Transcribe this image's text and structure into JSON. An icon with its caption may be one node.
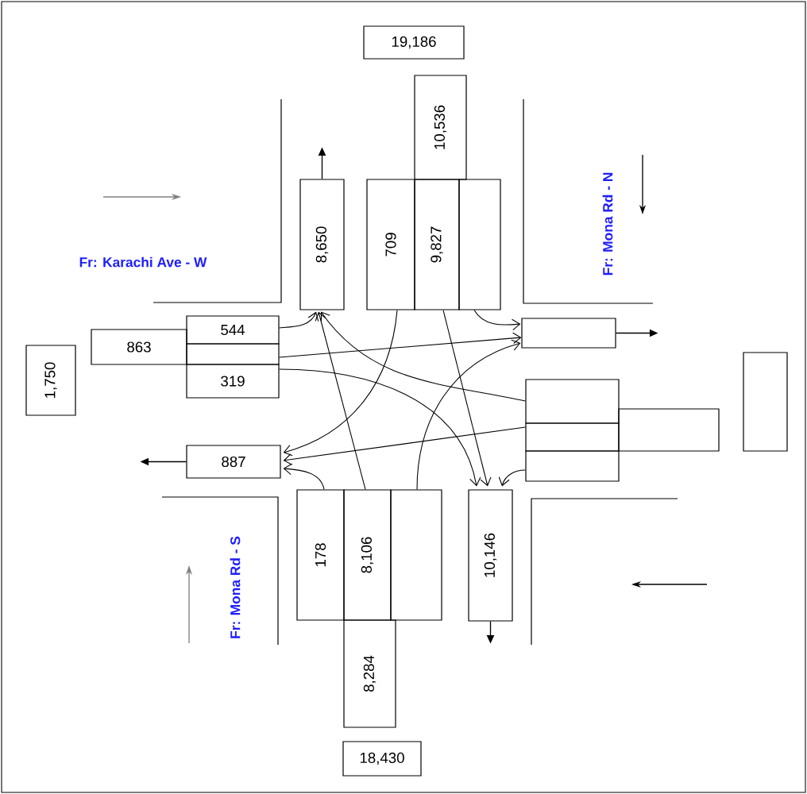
{
  "diagram": {
    "nodes": [
      {
        "text": [
          "19,186"
        ]
      },
      {
        "text": [
          "10,536"
        ]
      },
      {
        "text": [
          "8,650"
        ]
      },
      {
        "text": [
          "709"
        ]
      },
      {
        "text": [
          "9,827"
        ]
      },
      {
        "text": [],
        "shape": "box"
      },
      {
        "text": [
          "544"
        ]
      },
      {
        "text": [
          "863"
        ]
      },
      {
        "text": [],
        "shape": "box"
      },
      {
        "text": [],
        "shape": "box"
      },
      {
        "text": [
          "1,750"
        ]
      },
      {
        "text": [
          "319"
        ]
      },
      {
        "text": [],
        "shape": "box"
      },
      {
        "text": [],
        "shape": "box"
      },
      {
        "text": [],
        "shape": "box"
      },
      {
        "text": [],
        "shape": "box"
      },
      {
        "text": [],
        "shape": "box"
      },
      {
        "text": [
          "887"
        ]
      },
      {
        "text": [
          "178"
        ]
      },
      {
        "text": [
          "8,106"
        ]
      },
      {
        "text": [],
        "shape": "box"
      },
      {
        "text": [
          "10,146"
        ]
      },
      {
        "text": [
          "8,284"
        ]
      },
      {
        "text": [
          "18,430"
        ]
      }
    ],
    "edges": [
      {
        "from": 6,
        "to": 2,
        "arrow": "to"
      },
      {
        "from": 8,
        "to": 9,
        "arrow": "to"
      },
      {
        "from": 11,
        "to": 21,
        "arrow": "to"
      },
      {
        "from": 3,
        "to": 17,
        "arrow": "to"
      },
      {
        "from": 4,
        "to": 21,
        "arrow": "to"
      },
      {
        "from": 5,
        "to": 9,
        "arrow": "to"
      },
      {
        "from": 12,
        "to": 2,
        "arrow": "to"
      },
      {
        "from": 15,
        "to": 17,
        "arrow": "to"
      },
      {
        "from": 16,
        "to": 21,
        "arrow": "to"
      },
      {
        "from": 18,
        "to": 17,
        "arrow": "to"
      },
      {
        "from": 19,
        "to": 2,
        "arrow": "to"
      },
      {
        "from": 20,
        "to": 9,
        "arrow": "to"
      },
      {
        "from": 2,
        "to": null,
        "arrow": "to"
      },
      {
        "from": 9,
        "to": null,
        "arrow": "to"
      },
      {
        "from": 17,
        "to": null,
        "arrow": "to"
      },
      {
        "from": 21,
        "to": null,
        "arrow": "to"
      }
    ],
    "labels": [
      "Fr: Karachi Ave - W",
      "Fr: Mona Rd - N",
      "Fr: Mona Rd - S"
    ]
  }
}
